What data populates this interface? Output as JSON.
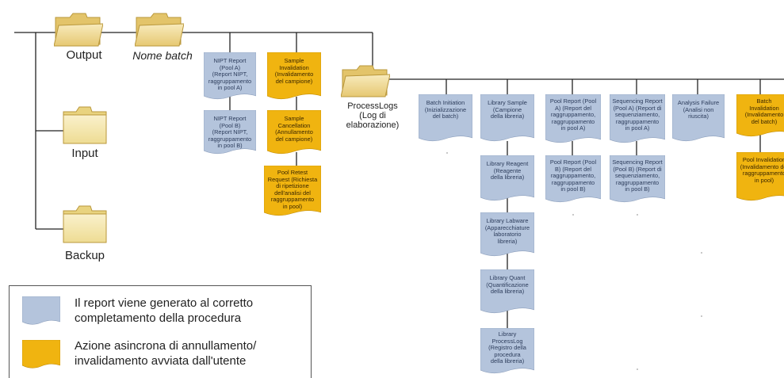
{
  "folders": {
    "output": "Output",
    "batch": "Nome batch",
    "input": "Input",
    "backup": "Backup",
    "processlogs": "ProcessLogs\n(Log di\nelaborazione)"
  },
  "batch_docs": {
    "nipt_a": "NIPT Report\n(Pool A)\n(Report NIPT,\nraggruppamento\nin pool A)",
    "nipt_b": "NIPT Report\n(Pool B)\n(Report NIPT,\nraggruppamento\nin pool B)",
    "sample_invalidation": "Sample\nInvalidation\n(Invalidamento\ndel campione)",
    "sample_cancellation": "Sample\nCancellation\n(Annullamento\ndel campione)",
    "pool_retest": "Pool Retest\nRequest (Richiesta\ndi ripetizione\ndell'analisi del\nraggruppamento\nin pool)"
  },
  "log_docs": {
    "batch_initiation": "Batch Initiation\n(Inizializzazione\ndel batch)",
    "library_sample": "Library Sample\n(Campione\ndella libreria)",
    "library_reagent": "Library Reagent\n(Reagente\ndella libreria)",
    "library_labware": "Library Labware\n(Apparecchiature\nlaboratorio\nlibreria)",
    "library_quant": "Library Quant\n(Quantificazione\ndella libreria)",
    "library_processlog": "Library\nProcessLog\n(Registro della\nprocedura\ndella libreria)",
    "pool_report_a": "Pool Report (Pool\nA) (Report del\nraggruppamento,\nraggruppamento\nin pool A)",
    "pool_report_b": "Pool Report (Pool\nB) (Report del\nraggruppamento,\nraggruppamento\nin pool B)",
    "sequencing_a": "Sequencing Report\n(Pool A) (Report di\nsequenziamento,\nraggruppamento\nin pool A)",
    "sequencing_b": "Sequencing Report\n(Pool B) (Report di\nsequenziamento,\nraggruppamento\nin pool B)",
    "analysis_failure": "Analysis Failure\n(Analisi non\nriuscita)",
    "batch_invalidation": "Batch\nInvalidation\n(Invalidamento\ndel batch)",
    "pool_invalidation": "Pool Invalidation\n(Invalidamento del\nraggruppamento\nin pool)"
  },
  "legend": {
    "blue_text": "Il report viene generato al corretto\ncompletamento della procedura",
    "orange_text": "Azione asincrona di annullamento/\ninvalidamento avviata dall'utente"
  },
  "colors": {
    "report_fill": "#b4c4dc",
    "action_fill": "#f0b410",
    "folder_fill": "#f3e1a6",
    "line": "#222222"
  }
}
